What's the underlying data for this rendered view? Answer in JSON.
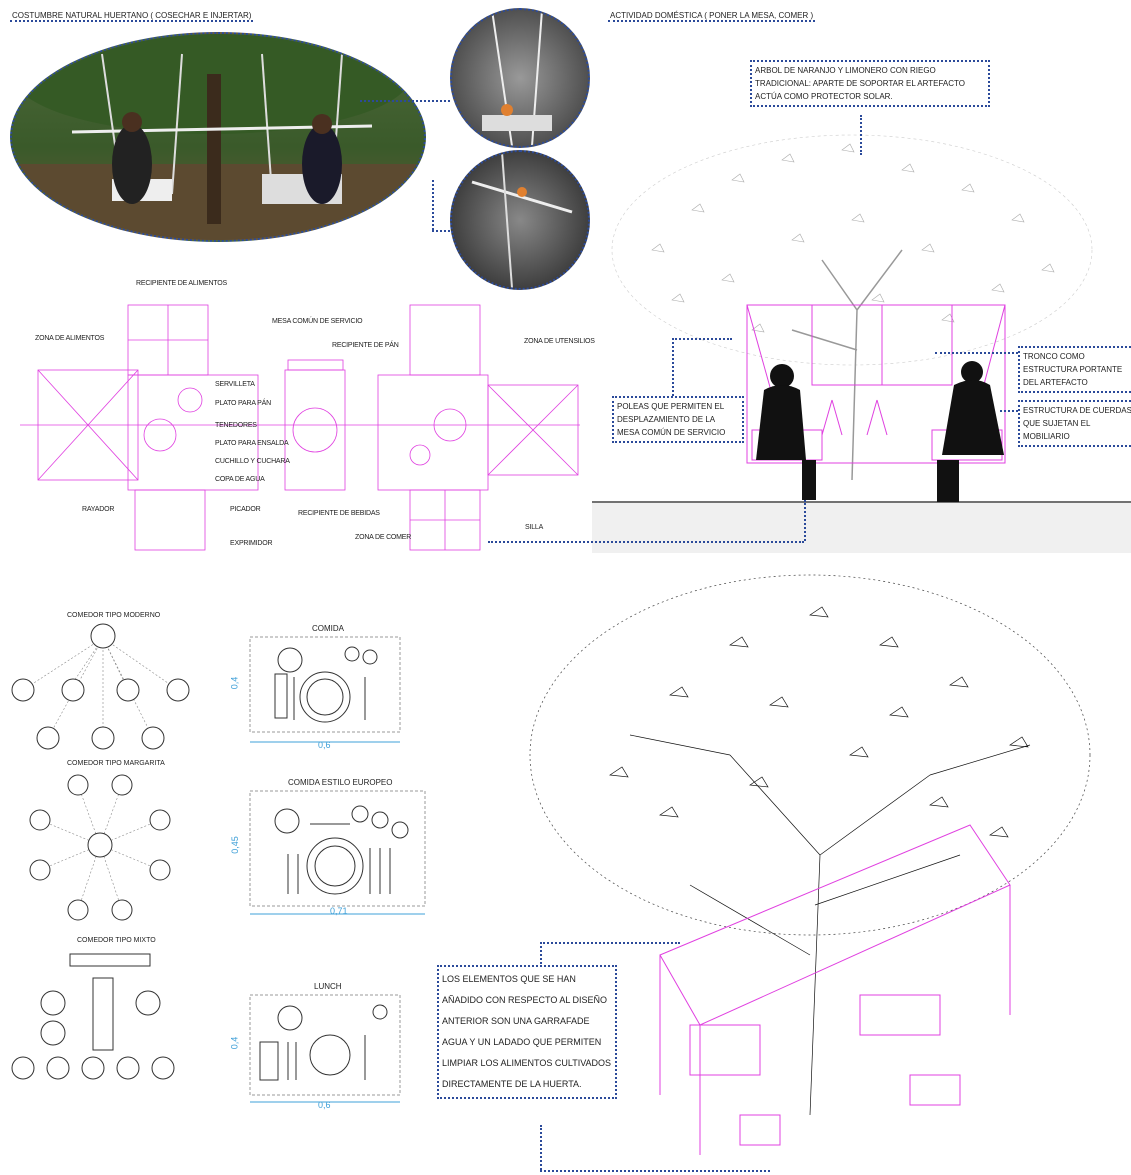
{
  "titles": {
    "left": "COSTUMBRE NATURAL HUERTANO ( COSECHAR E INJERTAR)",
    "right": "ACTIVIDAD DOMÉSTICA ( PONER LA MESA, COMER )"
  },
  "annotations": {
    "tree": "ARBOL DE NARANJO Y LIMONERO CON RIEGO TRADICIONAL: APARTE DE SOPORTAR EL ARTEFACTO ACTÚA COMO PROTECTOR SOLAR.",
    "pulleys": "POLEAS QUE PERMITEN EL DESPLAZAMIENTO DE LA MESA COMÚN DE SERVICIO",
    "trunk": "TRONCO COMO ESTRUCTURA PORTANTE DEL ARTEFACTO",
    "ropes": "ESTRUCTURA DE CUERDAS QUE SUJETAN EL MOBILIARIO",
    "added": "LOS ELEMENTOS QUE SE HAN AÑADIDO CON RESPECTO AL DISEÑO ANTERIOR SON UNA GARRAFADE AGUA Y UN LADADO QUE PERMITEN LIMPIAR LOS ALIMENTOS CULTIVADOS DIRECTAMENTE DE LA HUERTA."
  },
  "plan_labels": {
    "recipiente_alimentos": "RECIPIENTE DE ALIMENTOS",
    "zona_alimentos": "ZONA DE ALIMENTOS",
    "mesa_comun": "MESA COMÚN DE SERVICIO",
    "recipiente_pan": "RECIPIENTE DE PÁN",
    "zona_utensilios": "ZONA DE UTENSILIOS",
    "servilleta": "SERVILLETA",
    "plato_pan": "PLATO PARA PÁN",
    "tenedores": "TENEDORES",
    "plato_ensalada": "PLATO PARA ENSALDA",
    "cuchillo": "CUCHILLO Y CUCHARA",
    "copa": "COPA DE AGUA",
    "rayador": "RAYADOR",
    "picador": "PICADOR",
    "exprimidor": "EXPRIMIDOR",
    "recipiente_bebidas": "RECIPIENTE DE BEBIDAS",
    "zona_comer": "ZONA DE COMER",
    "silla": "SILLA"
  },
  "dining": {
    "moderno": "COMEDOR TIPO MODERNO",
    "margarita": "COMEDOR TIPO MARGARITA",
    "mixto": "COMEDOR TIPO MIXTO"
  },
  "place_settings": [
    {
      "title": "COMIDA",
      "height": "0,4",
      "width": "0,6"
    },
    {
      "title": "COMIDA ESTILO EUROPEO",
      "height": "0,45",
      "width": "0,71"
    },
    {
      "title": "LUNCH",
      "height": "0,4",
      "width": "0,6"
    }
  ],
  "colors": {
    "accent": "#e040e0",
    "dotted": "#2b4a9a",
    "dim": "#3fa0d8"
  }
}
